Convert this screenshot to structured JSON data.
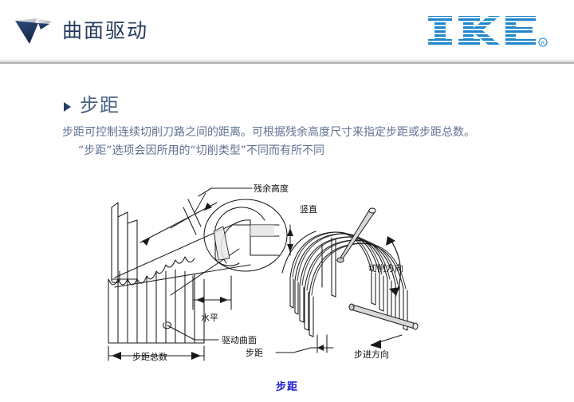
{
  "header": {
    "title": "曲面驱动",
    "logo_icon": "arrow-mark-icon",
    "brand": "IKE",
    "brand_mark": "®",
    "brand_color": "#1f86cc",
    "title_color": "#243a5e"
  },
  "content": {
    "heading": "步距",
    "paragraph_line_1": "步距可控制连续切削刀路之间的距离。可根据残余高度尺寸来指定步距或步距总数。",
    "paragraph_line_2": "“步距”选项会因所用的“切削类型”不同而有所不同",
    "text_color": "#5e7293"
  },
  "figure": {
    "left_diagram": {
      "name": "scallop-height-section-diagram",
      "labels": {
        "residual_height": "残余高度",
        "vertical": "竖直",
        "horizontal": "水平",
        "drive_surface": "驱动曲面",
        "total_step_count": "步距总数"
      }
    },
    "right_diagram": {
      "name": "dome-toolpath-3d-diagram",
      "labels": {
        "cutting_direction": "切削方向",
        "stepping_direction": "步进方向",
        "stepover": "步距"
      }
    }
  },
  "caption": {
    "text": "步距",
    "color": "#1a1acd"
  }
}
